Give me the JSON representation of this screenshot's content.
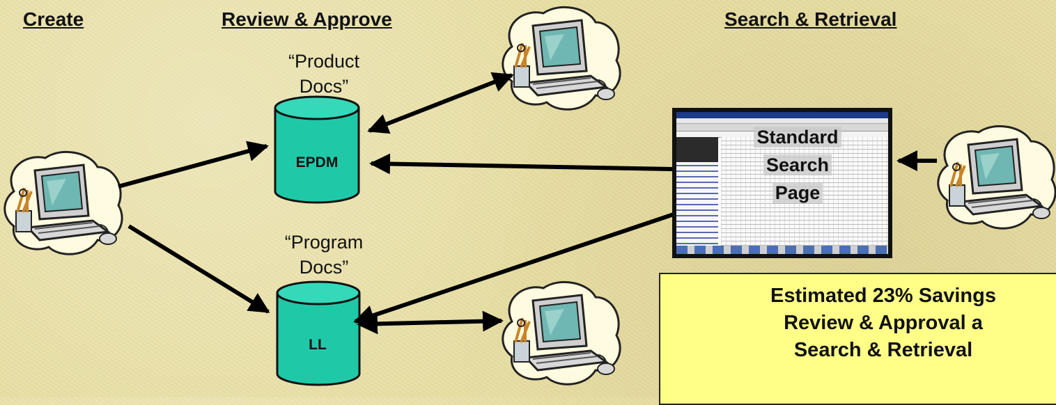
{
  "headers": {
    "create": "Create",
    "review": "Review & Approve",
    "search": "Search & Retrieval"
  },
  "repositories": [
    {
      "caption_line1": "“Product",
      "caption_line2": "Docs”",
      "name": "EPDM"
    },
    {
      "caption_line1": "“Program",
      "caption_line2": "Docs”",
      "name": "LL"
    }
  ],
  "search_page": {
    "line1": "Standard",
    "line2": "Search",
    "line3": "Page"
  },
  "callout": {
    "text": "Estimated 23% Savings\nReview & Approval a\nSearch & Retrieval"
  },
  "colors": {
    "background": "#e7dea3",
    "cylinder": "#1fc9a8",
    "callout": "#ffff88"
  },
  "icons": [
    "computer-icon",
    "database-icon",
    "browser-screenshot"
  ]
}
